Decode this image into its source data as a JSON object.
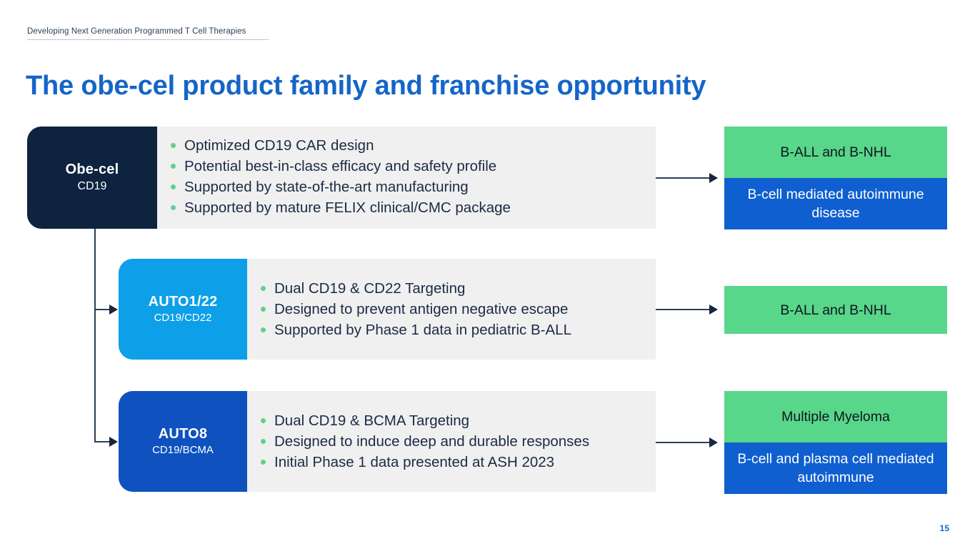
{
  "header": {
    "eyebrow": "Developing Next Generation Programmed T Cell Therapies",
    "title": "The obe-cel product family and franchise opportunity"
  },
  "colors": {
    "title_blue": "#1565c8",
    "navy": "#0d2340",
    "cyan": "#0d9fe8",
    "blue": "#0f52bf",
    "indication_green": "#58d68a",
    "indication_blue": "#0f5fd0",
    "panel_grey": "#f0f0f0",
    "bullet_dot_green": "#5fd18c",
    "connector": "#2c3f55"
  },
  "rows": [
    {
      "id": "obe-cel",
      "label": "Obe-cel",
      "sublabel": "CD19",
      "bullets": [
        "Optimized CD19 CAR design",
        "Potential best-in-class efficacy and safety profile",
        "Supported by state-of-the-art manufacturing",
        "Supported by mature FELIX clinical/CMC package"
      ],
      "indications": [
        {
          "text": "B-ALL and B-NHL",
          "style": "green"
        },
        {
          "text": "B-cell mediated autoimmune disease",
          "style": "blue"
        }
      ]
    },
    {
      "id": "auto1-22",
      "label": "AUTO1/22",
      "sublabel": "CD19/CD22",
      "bullets": [
        "Dual CD19 & CD22 Targeting",
        "Designed to prevent antigen negative escape",
        "Supported by Phase 1 data in pediatric B-ALL"
      ],
      "indications": [
        {
          "text": "B-ALL and B-NHL",
          "style": "green"
        }
      ]
    },
    {
      "id": "auto8",
      "label": "AUTO8",
      "sublabel": "CD19/BCMA",
      "bullets": [
        "Dual CD19 & BCMA Targeting",
        "Designed to induce deep and durable responses",
        "Initial Phase 1 data presented at ASH 2023"
      ],
      "indications": [
        {
          "text": "Multiple Myeloma",
          "style": "green"
        },
        {
          "text": "B-cell and plasma cell mediated autoimmune",
          "style": "blue"
        }
      ]
    }
  ],
  "footer": {
    "page_number": "15"
  }
}
